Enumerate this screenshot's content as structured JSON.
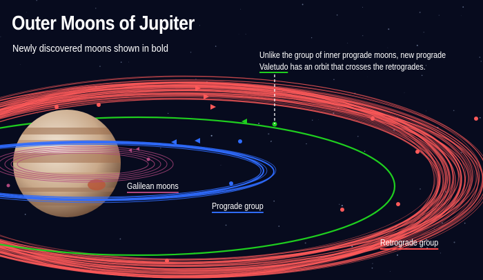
{
  "header": {
    "title": "Outer Moons of Jupiter",
    "subtitle": "Newly discovered moons shown in bold"
  },
  "annotation": {
    "line1": "Unlike the group of inner prograde moons, new prograde",
    "highlight": "Valetudo",
    "line2_rest": " has an orbit that crosses the retrogrades."
  },
  "labels": {
    "galilean": "Galilean moons",
    "prograde": "Prograde group",
    "retrograde": "Retrograde group"
  },
  "colors": {
    "background": "#070b1e",
    "retrograde": "#ff5a5a",
    "prograde": "#2f6cff",
    "galilean": "#b0477f",
    "valetudo": "#1fcf1f"
  }
}
